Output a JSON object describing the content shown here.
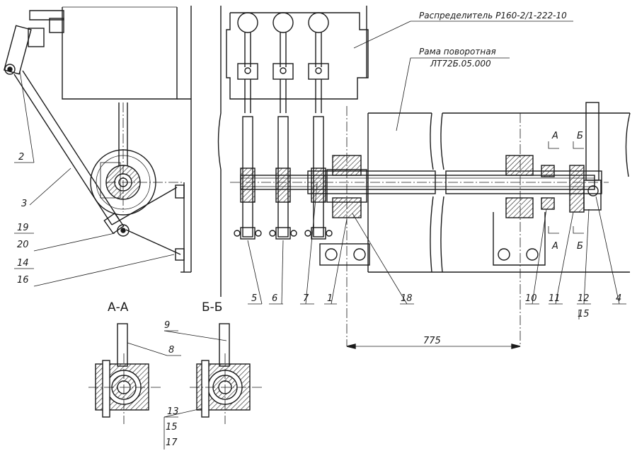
{
  "annotations": {
    "distributor": "Распределитель Р160-2/1-222-10",
    "frame_line1": "Рама поворотная",
    "frame_line2": "ЛТ72Б.05.000",
    "section_aa": "А-А",
    "section_bb": "Б-Б",
    "cut_a": "А",
    "cut_b": "Б",
    "dimension": "775"
  },
  "callouts": {
    "c1": "1",
    "c2": "2",
    "c3": "3",
    "c4": "4",
    "c5": "5",
    "c6": "6",
    "c7": "7",
    "c8": "8",
    "c9": "9",
    "c10": "10",
    "c11": "11",
    "c12": "12",
    "c13": "13",
    "c14": "14",
    "c15": "15",
    "c15b": "15",
    "c16": "16",
    "c17": "17",
    "c18": "18",
    "c19": "19",
    "c20": "20"
  }
}
